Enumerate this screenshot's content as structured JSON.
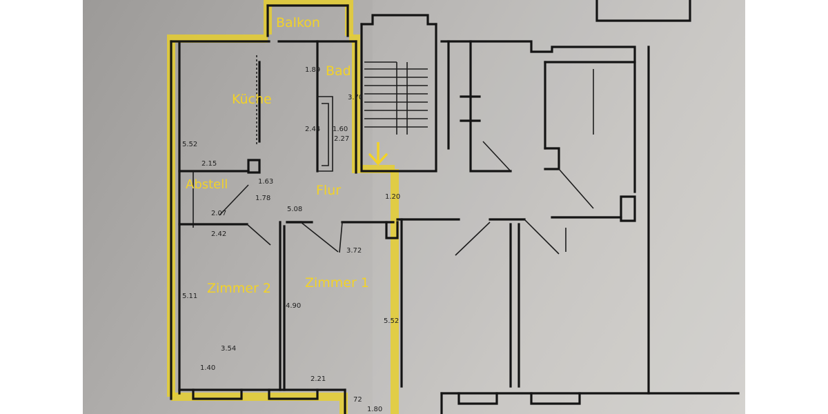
{
  "rooms": {
    "balkon": "Balkon",
    "bad": "Bad",
    "kueche": "Küche",
    "abstell": "Abstell",
    "flur": "Flur",
    "zimmer2": "Zimmer 2",
    "zimmer1": "Zimmer 1"
  },
  "dimensions": {
    "d1": "1.89",
    "d2": "3.70",
    "d3": "1.60",
    "d4": "2.44",
    "d5": "2.27",
    "d6": "5.52",
    "d7": "2.15",
    "d8": "1.63",
    "d9": "1.78",
    "d10": "2.07",
    "d11": "5.08",
    "d12": "1.20",
    "d13": "2.42",
    "d14": "3.72",
    "d15": "5.11",
    "d16": "4.90",
    "d17": "5.52",
    "d18": "3.54",
    "d19": "1.40",
    "d20": "2.21",
    "d21": "1.80",
    "d22": "72"
  },
  "colors": {
    "highlight": "#e8cf2c",
    "label": "#f2d227",
    "wall": "#141414"
  },
  "icons": {
    "entrance": "arrow-down-icon"
  }
}
